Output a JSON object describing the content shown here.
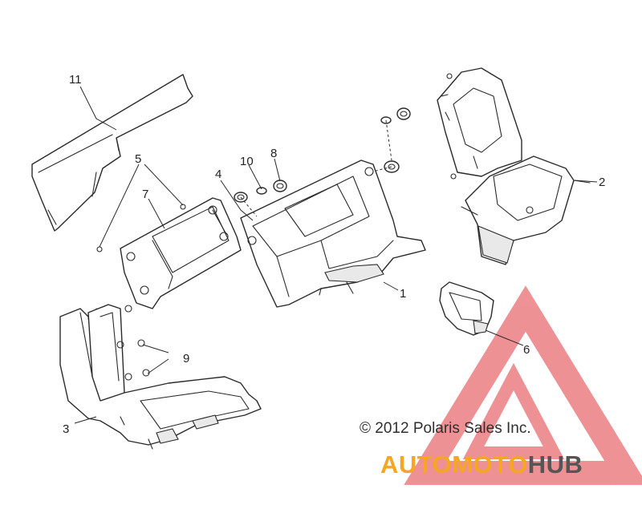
{
  "diagram": {
    "callouts": [
      {
        "id": "1",
        "label": "1"
      },
      {
        "id": "2",
        "label": "2"
      },
      {
        "id": "3",
        "label": "3"
      },
      {
        "id": "4",
        "label": "4"
      },
      {
        "id": "5",
        "label": "5"
      },
      {
        "id": "6",
        "label": "6"
      },
      {
        "id": "7",
        "label": "7"
      },
      {
        "id": "8",
        "label": "8"
      },
      {
        "id": "9",
        "label": "9"
      },
      {
        "id": "10",
        "label": "10"
      },
      {
        "id": "11",
        "label": "11"
      }
    ],
    "copyright": "© 2012 Polaris Sales Inc."
  },
  "watermark": {
    "brand_part1": "AUTOMOTO",
    "brand_part2": "HUB",
    "colors": {
      "part1": "#f5a623",
      "part2": "#555555",
      "triangle": "#e0393e"
    }
  },
  "colors": {
    "line": "#2a2a2a",
    "background": "#ffffff"
  }
}
